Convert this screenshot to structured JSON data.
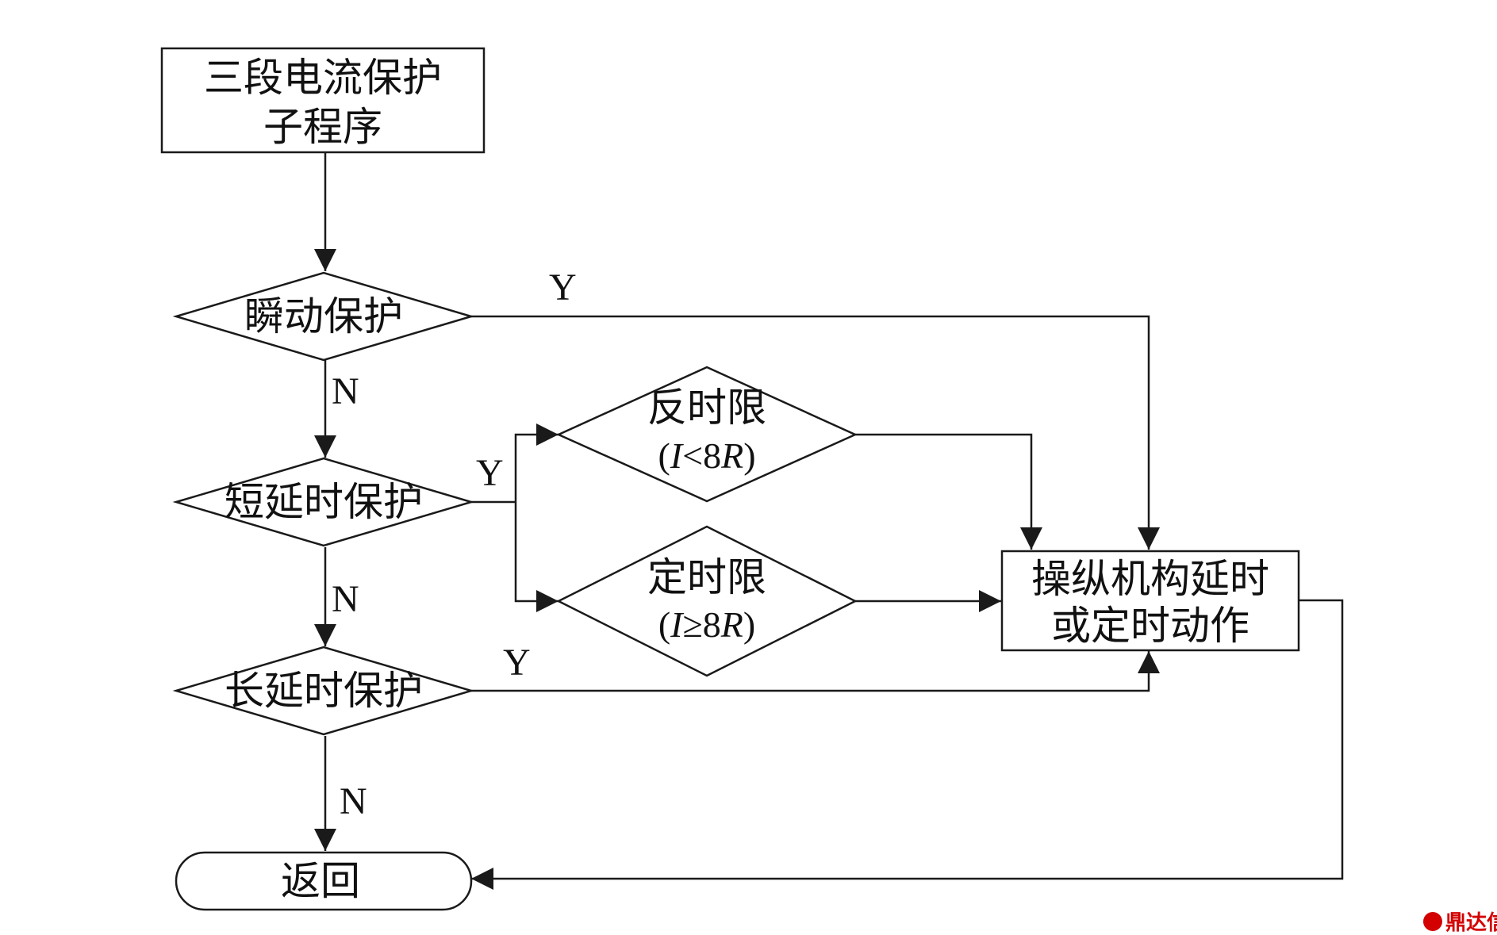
{
  "nodes": {
    "start": {
      "line1": "三段电流保护",
      "line2": "子程序"
    },
    "instant": {
      "text": "瞬动保护"
    },
    "short_delay": {
      "text": "短延时保护"
    },
    "long_delay": {
      "text": "长延时保护"
    },
    "inverse_time": {
      "line1": "反时限",
      "cond_open": "(",
      "cond_var": "I",
      "cond_op": "<8",
      "cond_unit": "R",
      "cond_close": ")"
    },
    "definite_time": {
      "line1": "定时限",
      "cond_open": "(",
      "cond_var": "I",
      "cond_op": "≥8",
      "cond_unit": "R",
      "cond_close": ")"
    },
    "actuator": {
      "line1": "操纵机构延时",
      "line2": "或定时动作"
    },
    "return": {
      "text": "返回"
    }
  },
  "edge_labels": {
    "instant_yes": "Y",
    "instant_no": "N",
    "short_yes": "Y",
    "short_no": "N",
    "long_yes": "Y",
    "long_no": "N"
  },
  "watermark": {
    "text": "鼎达信",
    "icon": "logo-badge-icon",
    "color": "#d40000"
  }
}
